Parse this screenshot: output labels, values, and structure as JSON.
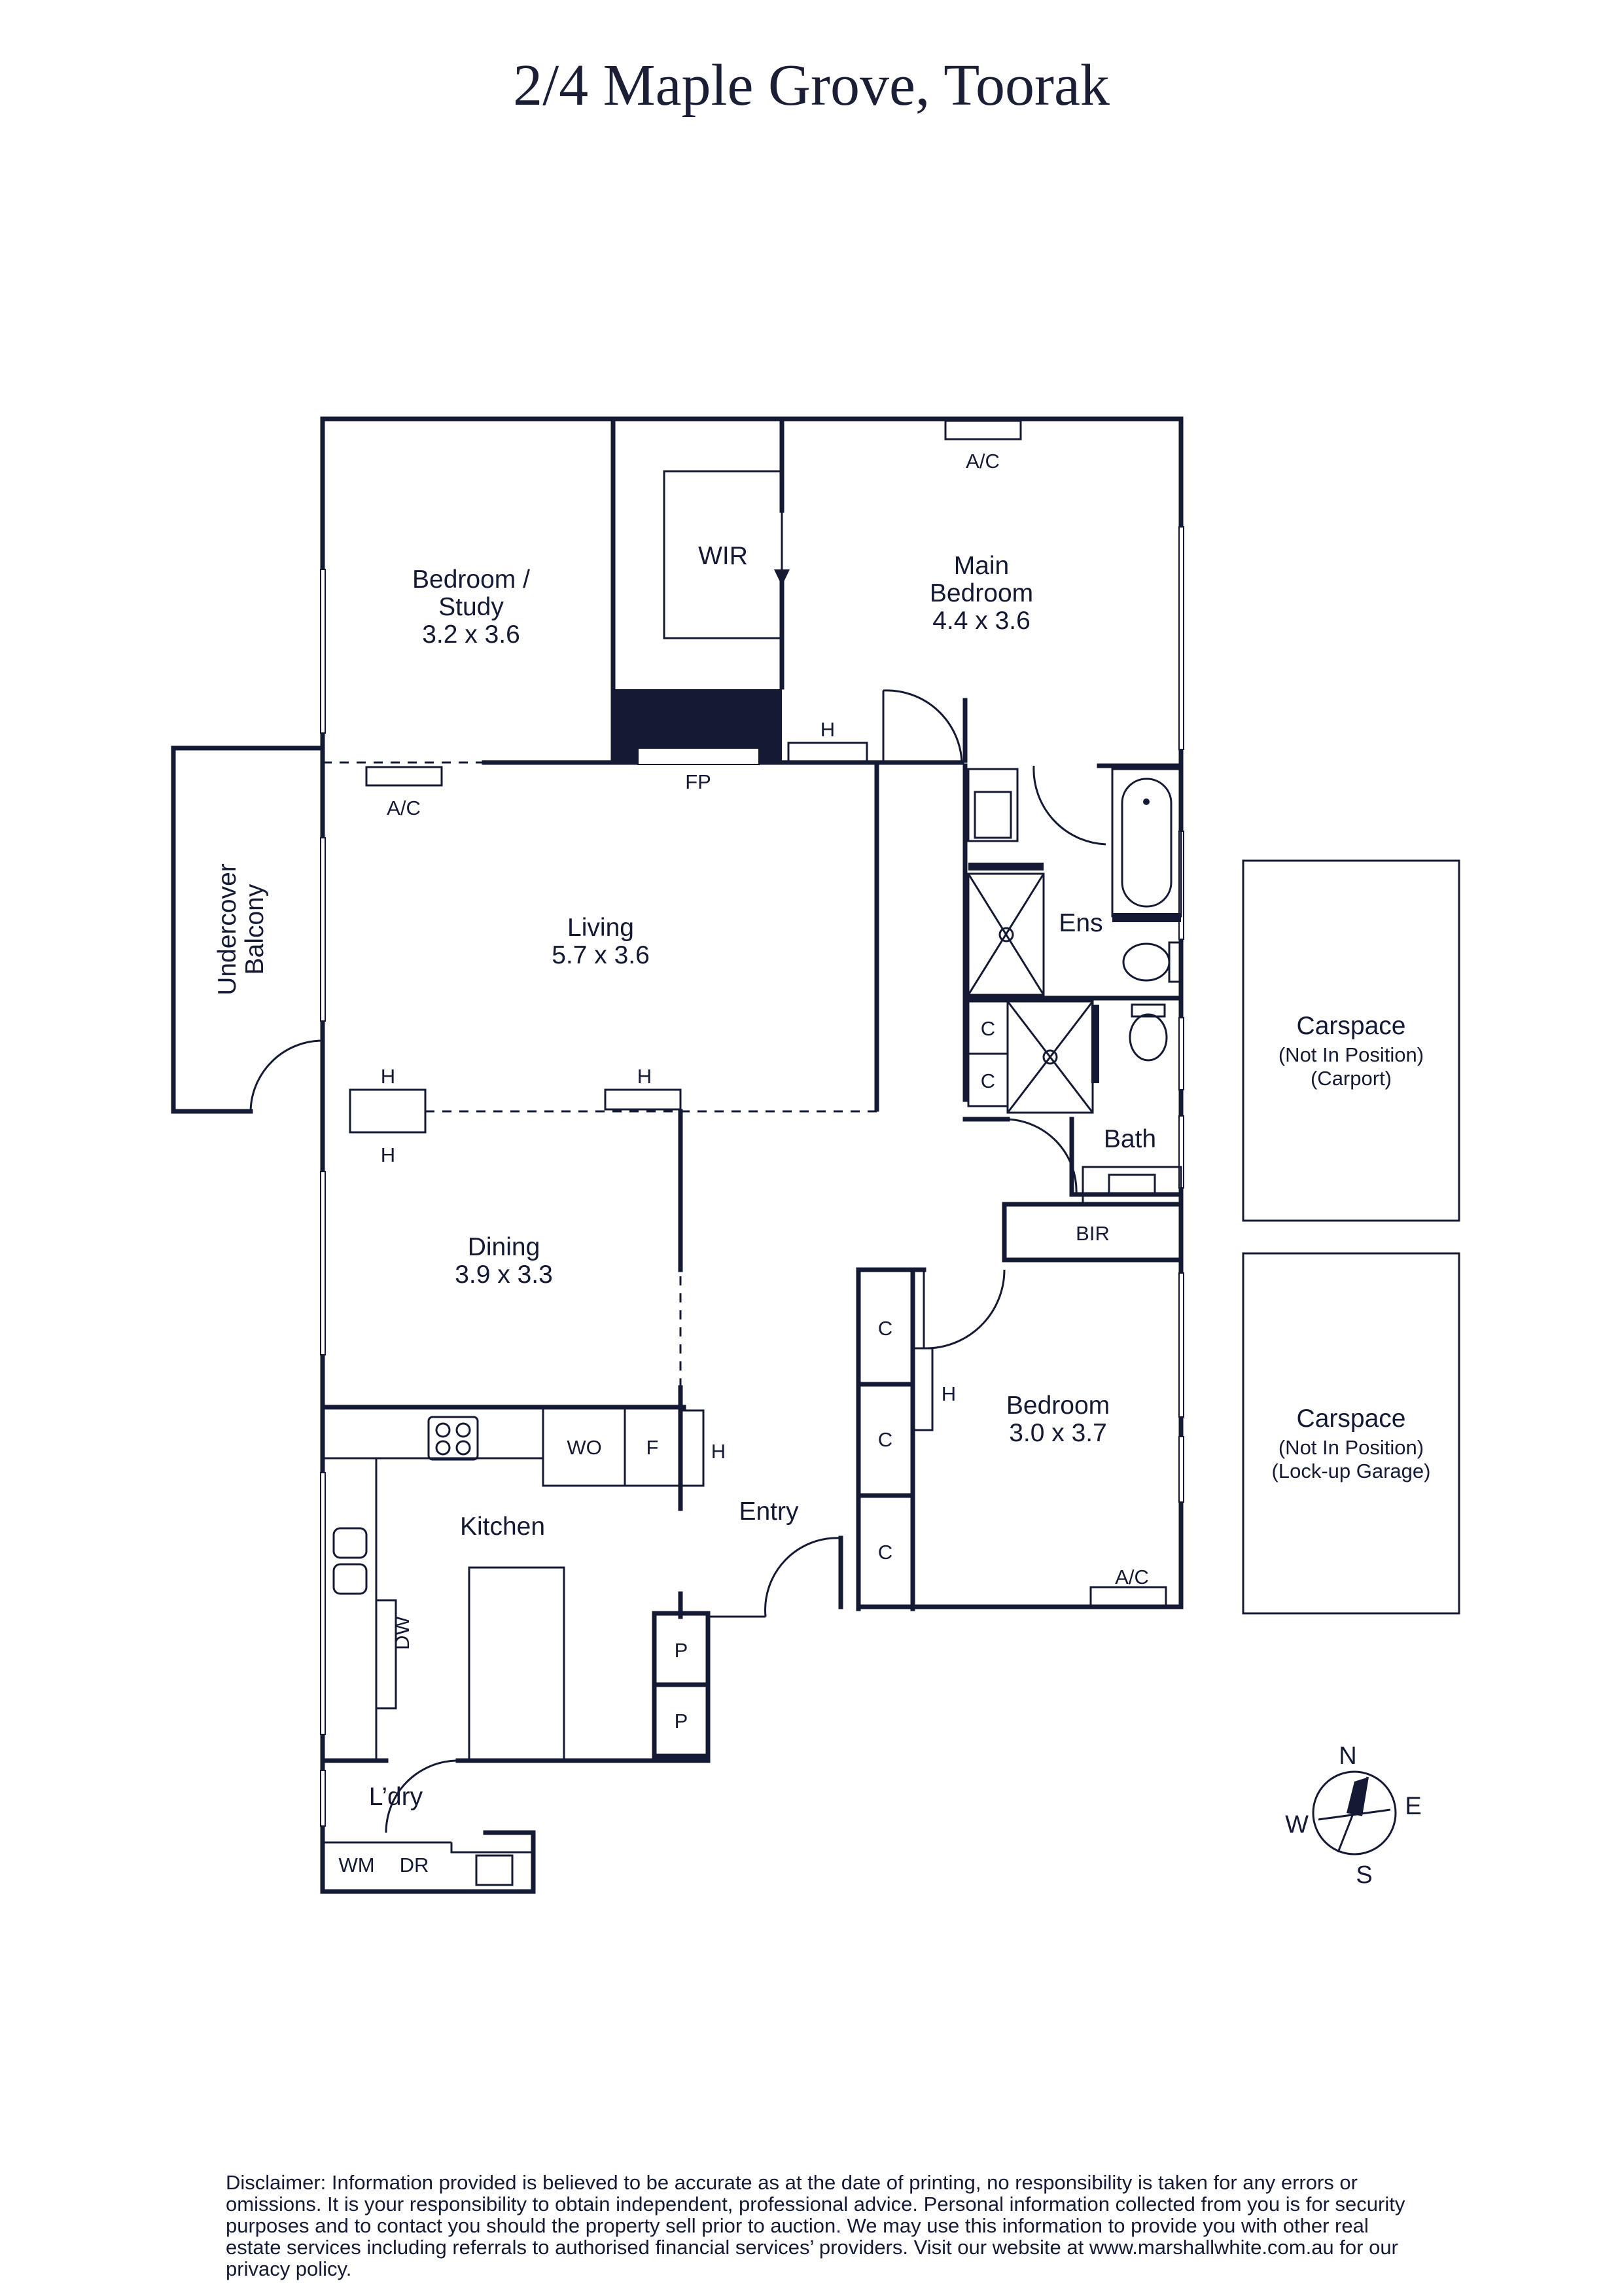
{
  "title": "2/4 Maple Grove, Toorak",
  "rooms": {
    "bedroom_study": {
      "name_line1": "Bedroom /",
      "name_line2": "Study",
      "size": "3.2 x 3.6"
    },
    "wir": {
      "name": "WIR"
    },
    "main_bedroom": {
      "name_line1": "Main",
      "name_line2": "Bedroom",
      "size": "4.4 x 3.6"
    },
    "living": {
      "name": "Living",
      "size": "5.7 x 3.6"
    },
    "balcony": {
      "name_line1": "Undercover",
      "name_line2": "Balcony"
    },
    "ensuite": {
      "name": "Ens"
    },
    "bath": {
      "name": "Bath"
    },
    "bir": {
      "name": "BIR"
    },
    "dining": {
      "name": "Dining",
      "size": "3.9 x 3.3"
    },
    "bedroom": {
      "name": "Bedroom",
      "size": "3.0 x 3.7"
    },
    "kitchen": {
      "name": "Kitchen"
    },
    "entry": {
      "name": "Entry"
    },
    "laundry": {
      "name": "L’dry"
    }
  },
  "fixtures": {
    "ac": "A/C",
    "heater": "H",
    "fireplace": "FP",
    "cupboard": "C",
    "pantry": "P",
    "wall_oven": "WO",
    "fridge": "F",
    "dishwasher": "DW",
    "washing_machine": "WM",
    "dryer": "DR"
  },
  "carspaces": [
    {
      "name": "Carspace",
      "note1": "(Not In Position)",
      "note2": "(Carport)"
    },
    {
      "name": "Carspace",
      "note1": "(Not In Position)",
      "note2": "(Lock-up Garage)"
    }
  ],
  "compass": {
    "n": "N",
    "e": "E",
    "s": "S",
    "w": "W"
  },
  "disclaimer": "Disclaimer: Information provided is believed to be accurate as at the date of printing, no responsibility is taken for any errors or omissions. It is your responsibility to obtain independent, professional advice. Personal information collected from you is for security purposes and to contact you should the property sell prior to auction. We may use this information to provide you with other real estate services including referrals to authorised financial services’ providers. Visit our website at www.marshallwhite.com.au for our privacy policy."
}
